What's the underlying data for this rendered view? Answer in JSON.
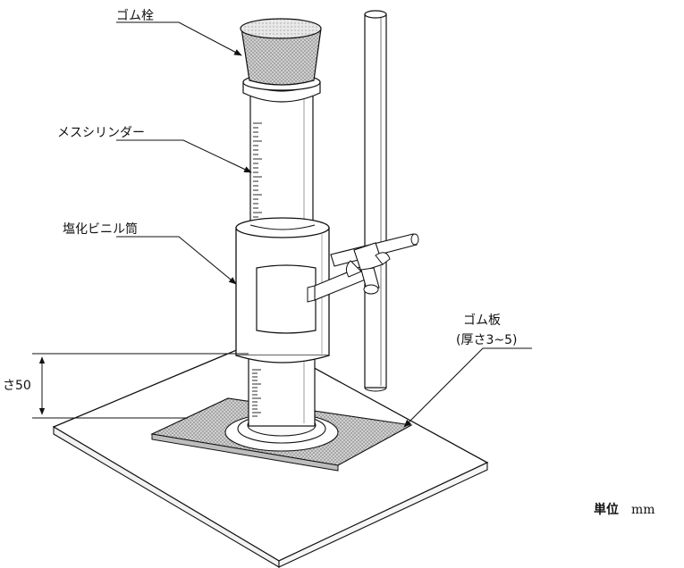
{
  "labels": {
    "rubber_stopper": "ゴム栓",
    "graduated_cylinder": "メスシリンダー",
    "pvc_tube": "塩化ビニル筒",
    "rubber_plate": "ゴム板",
    "rubber_plate_thickness": "(厚さ3~5)",
    "height_dimension": "さ50",
    "unit_label": "単位",
    "unit_value": "mm"
  }
}
